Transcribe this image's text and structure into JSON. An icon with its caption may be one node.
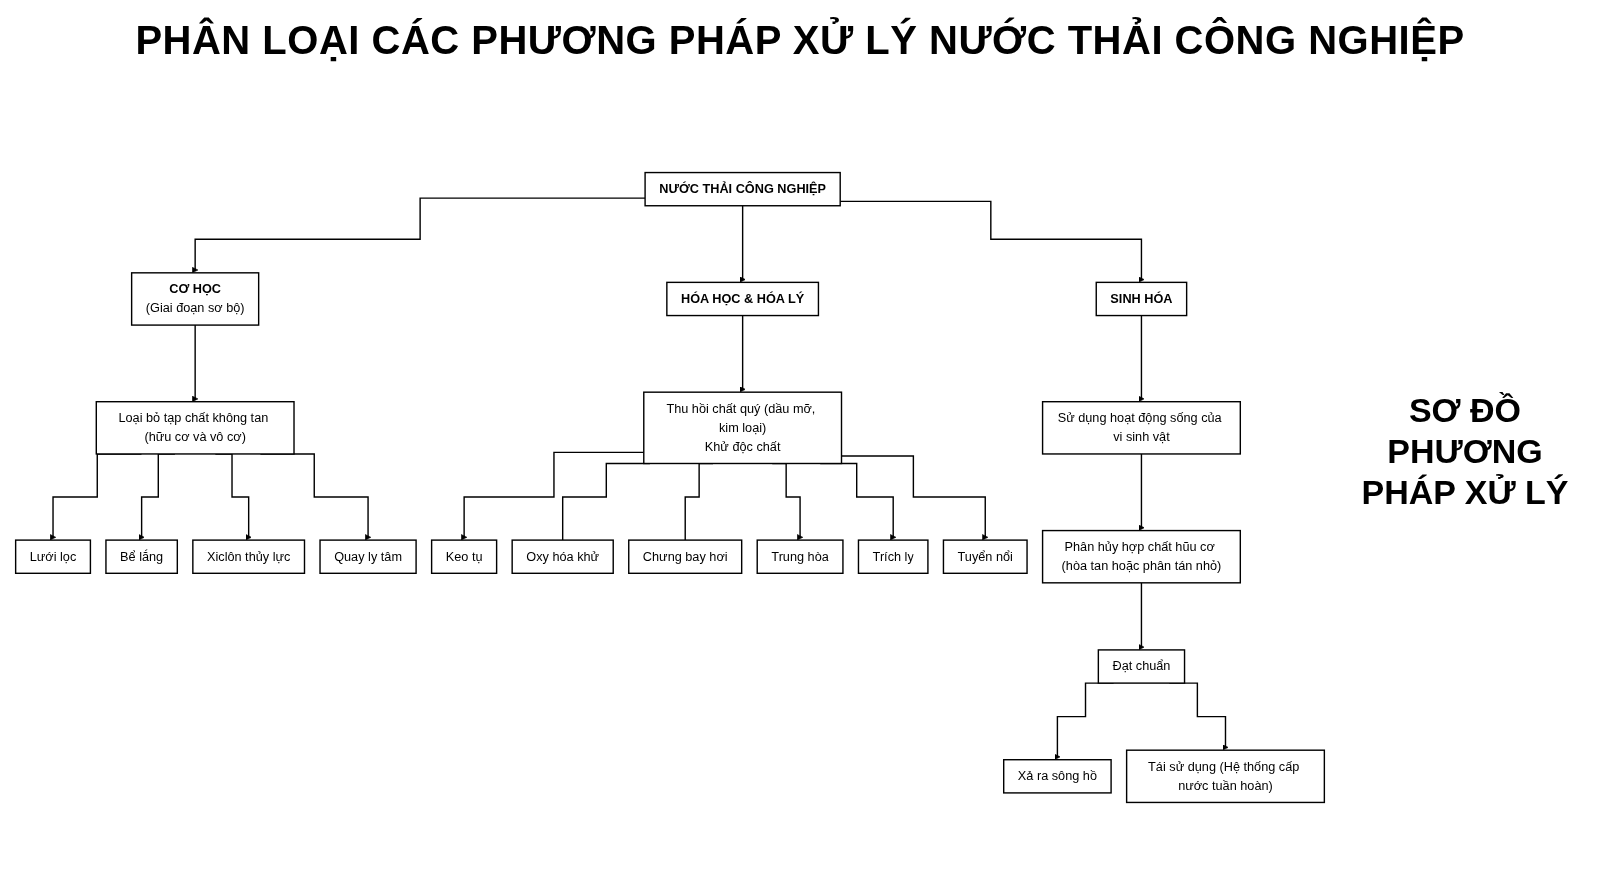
{
  "diagram": {
    "title": "PHÂN LOẠI CÁC PHƯƠNG PHÁP XỬ LÝ NƯỚC THẢI CÔNG NGHIỆP",
    "nodes": [
      {
        "text": [
          "NƯỚC THẢI CÔNG NGHIỆP"
        ]
      },
      {
        "text": [
          "CƠ HỌC",
          "(Giai đoạn sơ bộ)"
        ]
      },
      {
        "text": [
          "HÓA HỌC & HÓA LÝ"
        ]
      },
      {
        "text": [
          "SINH HÓA"
        ]
      },
      {
        "text": [
          "Loại bỏ tạp chất không tan (hữu cơ và vô cơ)"
        ]
      },
      {
        "text": [
          "Lưới lọc"
        ]
      },
      {
        "text": [
          "Bể lắng"
        ]
      },
      {
        "text": [
          "Xiclôn thủy lực"
        ]
      },
      {
        "text": [
          "Quay ly tâm"
        ]
      },
      {
        "text": [
          "Thu hồi chất quý (dầu mỡ, kim loại)",
          "Khử độc chất"
        ]
      },
      {
        "text": [
          "Keo tụ"
        ]
      },
      {
        "text": [
          "Oxy hóa khử"
        ]
      },
      {
        "text": [
          "Chưng bay hơi"
        ]
      },
      {
        "text": [
          "Trung hòa"
        ]
      },
      {
        "text": [
          "Trích ly"
        ]
      },
      {
        "text": [
          "Tuyển nổi"
        ]
      },
      {
        "text": [
          "Sử dụng hoạt động sống của vi sinh vật"
        ]
      },
      {
        "text": [
          "Phân hủy hợp chất hũu cơ (hòa tan hoặc phân tán nhỏ)"
        ]
      },
      {
        "text": [
          "Đạt chuẩn"
        ]
      },
      {
        "text": [
          "Xả ra sông hồ"
        ]
      },
      {
        "text": [
          "Tái sử dụng (Hệ thống cấp nước tuần hoàn)"
        ]
      }
    ],
    "edges": [
      {
        "from": 0,
        "to": 1,
        "arrow": "to"
      },
      {
        "from": 0,
        "to": 2,
        "arrow": "to"
      },
      {
        "from": 0,
        "to": 3,
        "arrow": "to"
      },
      {
        "from": 1,
        "to": 4,
        "arrow": "to"
      },
      {
        "from": 2,
        "to": 9,
        "arrow": "to"
      },
      {
        "from": 3,
        "to": 16,
        "arrow": "to"
      },
      {
        "from": 4,
        "to": 5,
        "arrow": "to"
      },
      {
        "from": 4,
        "to": 6,
        "arrow": "to"
      },
      {
        "from": 4,
        "to": 7,
        "arrow": "to"
      },
      {
        "from": 4,
        "to": 8,
        "arrow": "to"
      },
      {
        "from": 9,
        "to": 10,
        "arrow": "to"
      },
      {
        "from": 9,
        "to": 11,
        "arrow": "none"
      },
      {
        "from": 9,
        "to": 12,
        "arrow": "none"
      },
      {
        "from": 9,
        "to": 13,
        "arrow": "to"
      },
      {
        "from": 9,
        "to": 14,
        "arrow": "to"
      },
      {
        "from": 9,
        "to": 15,
        "arrow": "to"
      },
      {
        "from": 16,
        "to": 17,
        "arrow": "to"
      },
      {
        "from": 17,
        "to": 18,
        "arrow": "to"
      },
      {
        "from": 18,
        "to": 19,
        "arrow": "to"
      },
      {
        "from": 18,
        "to": 20,
        "arrow": "to"
      }
    ],
    "labels": [
      "SƠ ĐỒ PHƯƠNG PHÁP XỬ LÝ"
    ]
  }
}
